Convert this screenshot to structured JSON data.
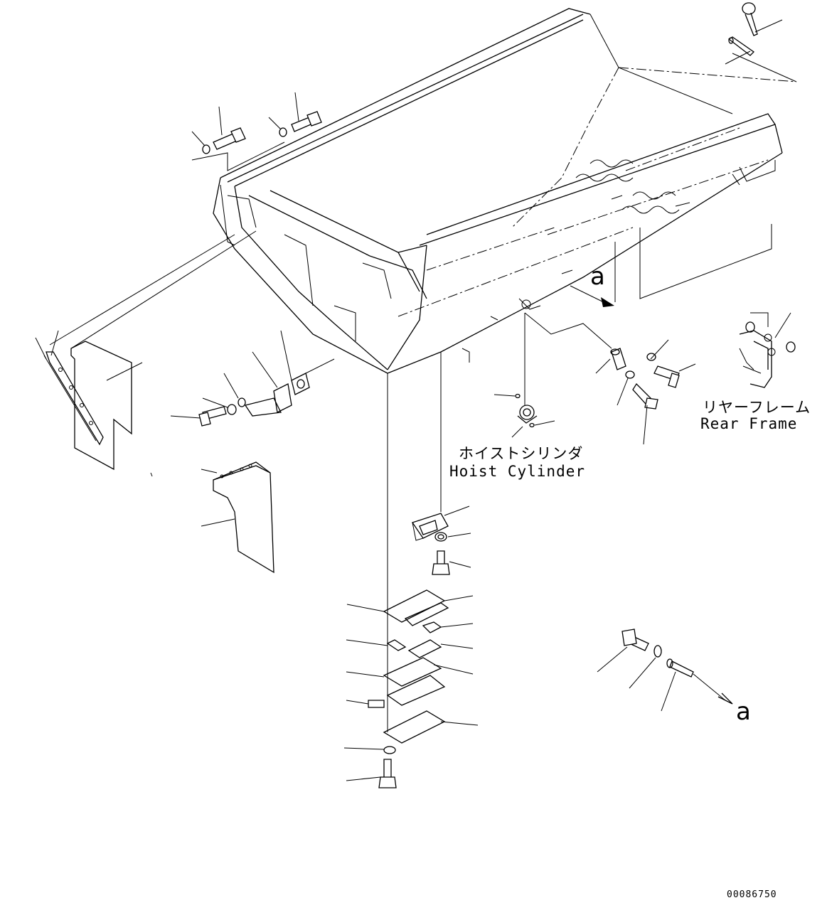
{
  "labels": {
    "rear_frame_jp": "リヤーフレーム",
    "rear_frame_en": "Rear Frame",
    "hoist_cylinder_jp": "ホイストシリンダ",
    "hoist_cylinder_en": "Hoist Cylinder",
    "view_arrow_top": "a",
    "view_arrow_bottom": "a"
  },
  "document_id": "00086750"
}
